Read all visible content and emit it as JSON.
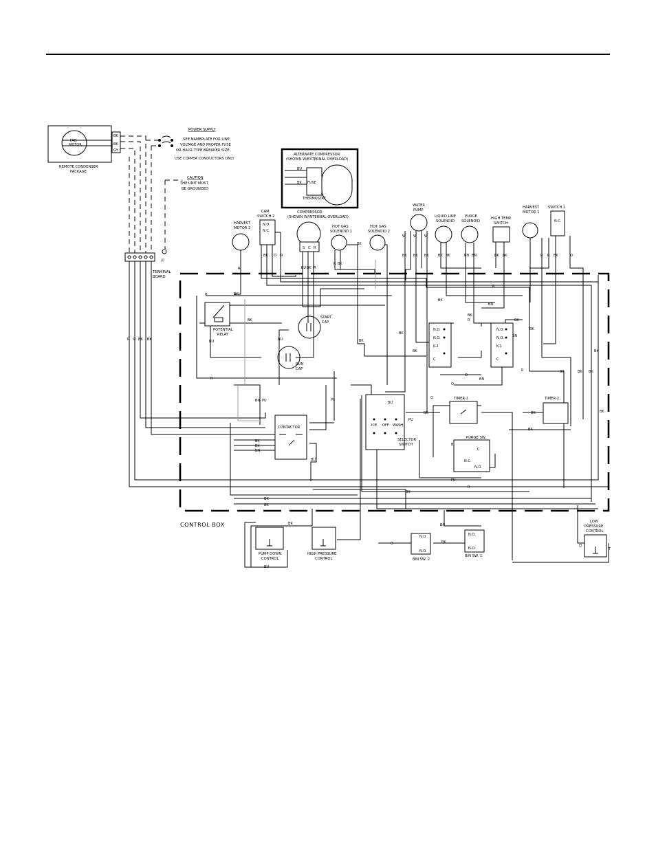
{
  "labels": {
    "remote_condenser": "REMOTE CONDENSER",
    "remote_condenser_2": "PACKAGE",
    "fan_motor": "FAN",
    "fan_motor_2": "MOTOR",
    "power_supply": "POWER SUPPLY",
    "power_note_1": "SEE NAMEPLATE FOR LINE",
    "power_note_2": "VOLTAGE AND PROPER FUSE",
    "power_note_3": "OR HACR TYPE BREAKER SIZE",
    "power_note_4": "USE COPPER CONDUCTORS ONLY",
    "caution_title": "CAUTION",
    "caution_1": "THE UNIT MUST",
    "caution_2": "BE GROUNDED",
    "alt_comp_1": "ALTERNATE COMPRESSOR",
    "alt_comp_2": "(SHOWN W/EXTERNAL OVERLOAD)",
    "alt_fuse": "FUSE",
    "alt_thermostat": "THERMOSTAT",
    "compressor_1": "COMPRESSOR",
    "compressor_2": "(SHOWN W/INTERNAL OVERLOAD)",
    "water_pump_1": "WATER",
    "water_pump_2": "PUMP",
    "cam_switch_1": "CAM",
    "cam_switch_2": "SWITCH 2",
    "harvest_motor_2_a": "HARVEST",
    "harvest_motor_2_b": "MOTOR 2",
    "hot_gas_1_a": "HOT GAS",
    "hot_gas_1_b": "SOLENOID 1",
    "hot_gas_2_a": "HOT GAS",
    "hot_gas_2_b": "SOLENOID 2",
    "liquid_line_a": "LIQUID LINE",
    "liquid_line_b": "SOLENOID",
    "purge_sol_a": "PURGE",
    "purge_sol_b": "SOLENOID",
    "high_temp_a": "HIGH TEMP",
    "high_temp_b": "SWITCH",
    "harvest_motor_1_a": "HARVEST",
    "harvest_motor_1_b": "MOTOR 1",
    "switch_1": "SWITCH 1",
    "terminal_board_a": "TERMINAL",
    "terminal_board_b": "BOARD",
    "potential_relay_a": "POTENTIAL",
    "potential_relay_b": "RELAY",
    "start_cap_a": "START",
    "start_cap_b": "CAP",
    "run_cap_a": "RUN",
    "run_cap_b": "CAP",
    "k2": "K-2",
    "k1": "K-1",
    "timer1": "TIMER-1",
    "timer2": "TIMER-2",
    "contactor": "CONTACTOR",
    "selector_a": "SELECTOR",
    "selector_b": "SWITCH",
    "sel_ice": "ICE",
    "sel_off": "OFF",
    "sel_wash": "WASH",
    "purge_sw": "PURGE SW.",
    "control_box": "CONTROL BOX",
    "pump_down_a": "PUMP DOWN",
    "pump_down_b": "CONTROL",
    "high_pressure_a": "HIGH PRESSURE",
    "high_pressure_b": "CONTROL",
    "bin_sw_2": "BIN SW. 2",
    "bin_sw_1": "BIN SW. 1",
    "low_pressure_a": "LOW",
    "low_pressure_b": "PRESSURE",
    "low_pressure_c": "CONTROL",
    "no": "N.O.",
    "nc": "N.C.",
    "c": "C",
    "s": "S",
    "r": "R"
  },
  "wire_colors": {
    "bk": "BK",
    "r": "R",
    "bu": "BU",
    "bn": "BN",
    "pu": "PU",
    "o": "O",
    "w": "W",
    "y": "Y",
    "gy": "GY",
    "t": "T"
  }
}
